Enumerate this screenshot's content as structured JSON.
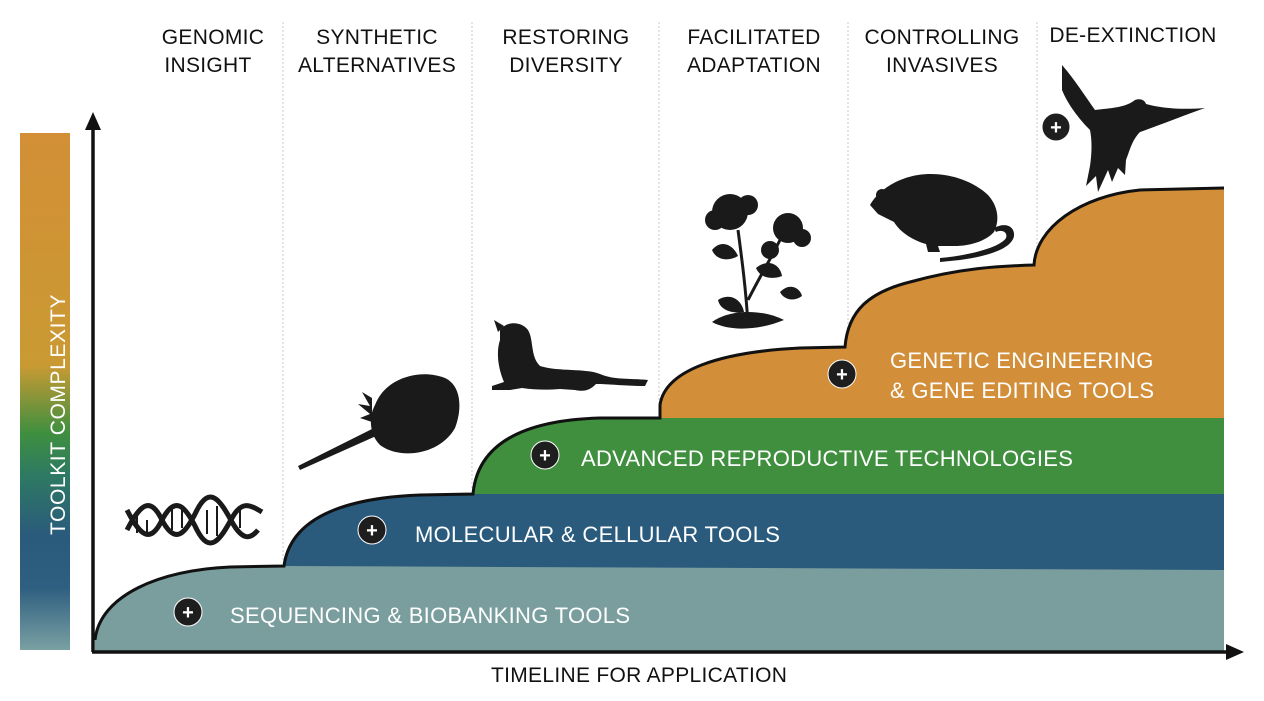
{
  "phases": [
    {
      "line1": "GENOMIC",
      "line2": "INSIGHT"
    },
    {
      "line1": "SYNTHETIC",
      "line2": "ALTERNATIVES"
    },
    {
      "line1": "RESTORING",
      "line2": "DIVERSITY"
    },
    {
      "line1": "FACILITATED",
      "line2": "ADAPTATION"
    },
    {
      "line1": "CONTROLLING",
      "line2": "INVASIVES"
    },
    {
      "line1": "DE-EXTINCTION",
      "line2": ""
    }
  ],
  "layers": {
    "sequencing": {
      "label": "SEQUENCING & BIOBANKING TOOLS",
      "color": "#7a9e9e"
    },
    "molecular": {
      "label": "MOLECULAR & CELLULAR TOOLS",
      "color": "#2a5a7c"
    },
    "reproductive": {
      "label": "ADVANCED REPRODUCTIVE TECHNOLOGIES",
      "color": "#3f8f3f"
    },
    "genetic": {
      "line1": "GENETIC ENGINEERING",
      "line2": "& GENE EDITING TOOLS",
      "color": "#d28e38"
    }
  },
  "axes": {
    "x_label": "TIMELINE FOR APPLICATION",
    "y_label": "TOOLKIT COMPLEXITY"
  },
  "plus_icon": "+",
  "icons": [
    "dna-icon",
    "horseshoe-crab-icon",
    "ferret-icon",
    "flower-icon",
    "rat-icon",
    "pigeon-icon"
  ]
}
